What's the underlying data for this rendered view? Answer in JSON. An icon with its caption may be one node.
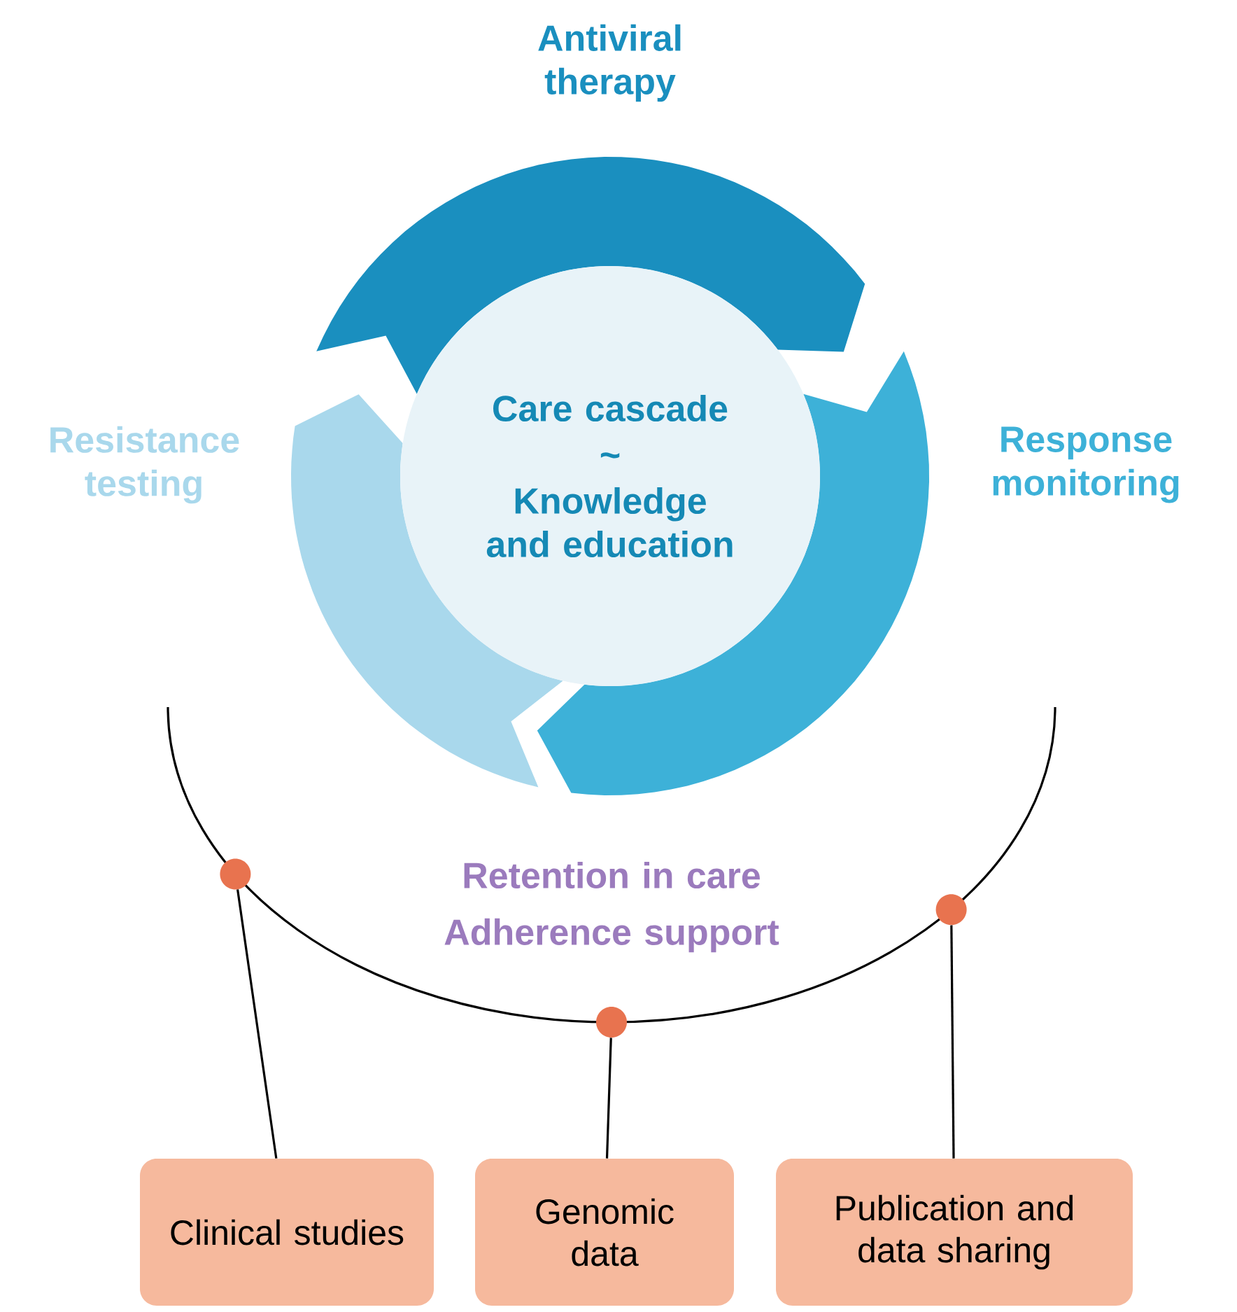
{
  "diagram": {
    "nodes": [
      {
        "text": [
          "Care cascade",
          "~",
          "Knowledge and education"
        ]
      },
      {
        "text": [],
        "shape": "circle"
      },
      {
        "text": [],
        "shape": "circle"
      },
      {
        "text": [],
        "shape": "circle"
      },
      {
        "text": [
          "Clinical studies"
        ]
      },
      {
        "text": [
          "Genomic data"
        ]
      },
      {
        "text": [
          "Publication and data sharing"
        ]
      }
    ],
    "edges": [
      {
        "from": 1,
        "to": 4,
        "arrow": "none"
      },
      {
        "from": 2,
        "to": 5,
        "arrow": "none"
      },
      {
        "from": 3,
        "to": 6,
        "arrow": "none"
      }
    ],
    "labels": [
      "Antiviral therapy",
      "Resistance testing",
      "Response monitoring",
      "Retention in care",
      "Adherence support"
    ]
  }
}
